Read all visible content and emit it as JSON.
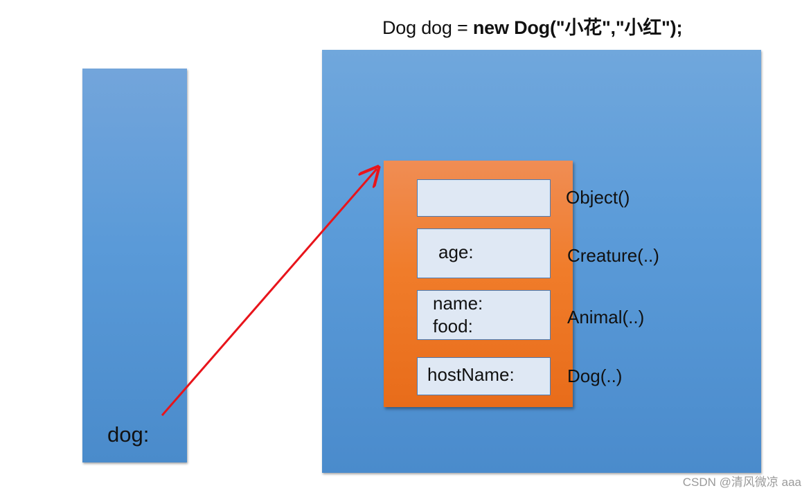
{
  "code": {
    "prefix": "Dog dog = ",
    "bold": "new Dog(\"小花\",\"小红\");"
  },
  "stack": {
    "variable": "dog:"
  },
  "object": {
    "layers": [
      {
        "constructor": "Object()",
        "fields": []
      },
      {
        "constructor": "Creature(..)",
        "fields": [
          "age:"
        ]
      },
      {
        "constructor": "Animal(..)",
        "fields": [
          "name:",
          "food:"
        ]
      },
      {
        "constructor": "Dog(..)",
        "fields": [
          "hostName:"
        ]
      }
    ]
  },
  "colors": {
    "memory_area": "#5c9cd9",
    "object": "#f07c2a",
    "field_box": "#dfe8f4",
    "reference_arrow": "#e8141b"
  },
  "watermark": "CSDN @清风微凉 aaa"
}
